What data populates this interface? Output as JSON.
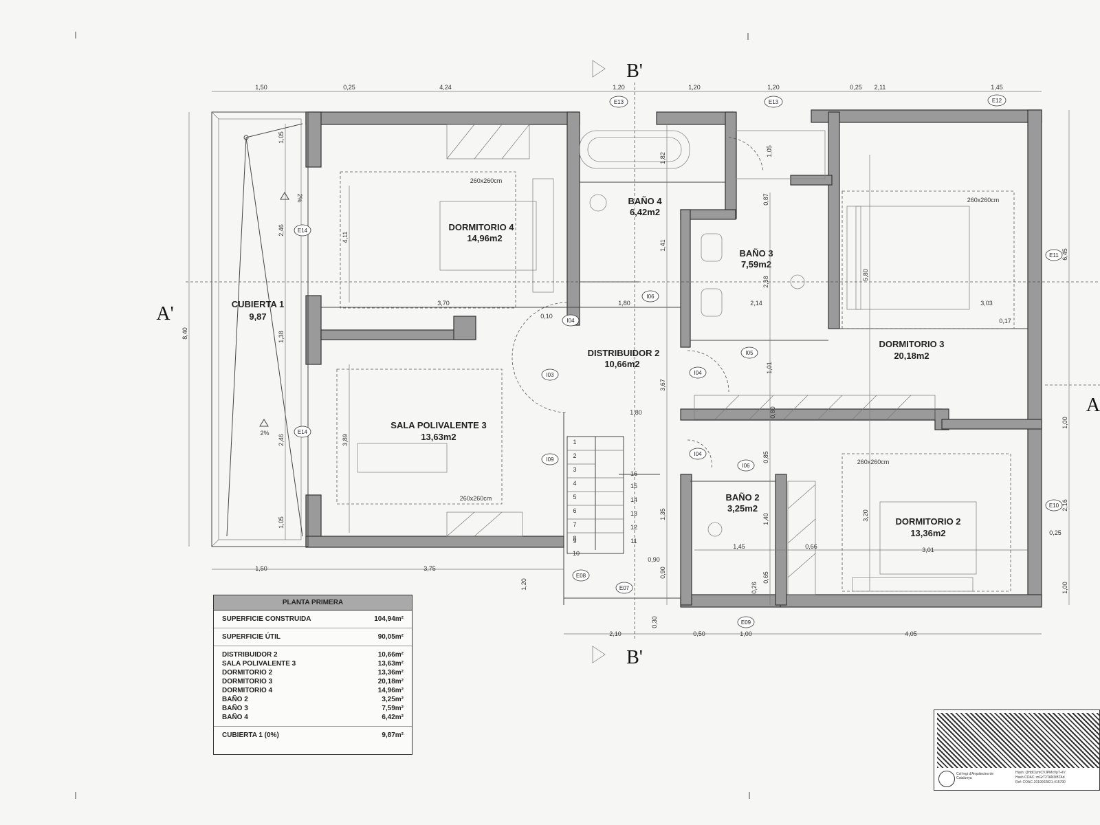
{
  "rooms": [
    {
      "id": "cubierta",
      "name": "CUBIERTA 1",
      "area": "9,87"
    },
    {
      "id": "dorm4",
      "name": "DORMITORIO 4",
      "area": "14,96m2"
    },
    {
      "id": "bano4",
      "name": "BAÑO 4",
      "area": "6,42m2"
    },
    {
      "id": "bano3",
      "name": "BAÑO 3",
      "area": "7,59m2"
    },
    {
      "id": "dorm3",
      "name": "DORMITORIO 3",
      "area": "20,18m2"
    },
    {
      "id": "dist2",
      "name": "DISTRIBUIDOR 2",
      "area": "10,66m2"
    },
    {
      "id": "sala3",
      "name": "SALA POLIVALENTE 3",
      "area": "13,63m2"
    },
    {
      "id": "bano2",
      "name": "BAÑO 2",
      "area": "3,25m2"
    },
    {
      "id": "dorm2",
      "name": "DORMITORIO 2",
      "area": "13,36m2"
    }
  ],
  "sections": {
    "a": "A'",
    "b": "B'",
    "a_right": "A"
  },
  "top_dims": [
    "1,50",
    "0,25",
    "4,24",
    "1,20",
    "1,20",
    "1,20",
    "0,25",
    "2,11",
    "1,45"
  ],
  "bottom_dims": [
    "1,50",
    "3,75"
  ],
  "bottom_dims_2": [
    "2,10",
    "0,50",
    "1,00",
    "4,05"
  ],
  "left_total": "8,40",
  "right_total": "6,45",
  "left_cubierta_dims": [
    "1,05",
    "2,46",
    "1,38",
    "2,46",
    "1,05"
  ],
  "right_dims": [
    "1,00",
    "2,16",
    "1,00"
  ],
  "interior_dims": [
    "3,70",
    "1,80",
    "2,14",
    "3,03",
    "1,80",
    "1,45",
    "0,66",
    "3,01",
    "4,11",
    "3,89",
    "3,67",
    "1,41",
    "1,82",
    "0,87",
    "2,38",
    "5,80",
    "3,20",
    "1,35",
    "1,40",
    "0,65",
    "0,85",
    "0,90",
    "0,30",
    "0,26",
    "0,10",
    "0,17",
    "0,25",
    "1,01",
    "0,80",
    "1,05",
    "0,90",
    "1,20"
  ],
  "bed_labels": [
    "260x260cm",
    "260x260cm",
    "260x260cm",
    "260x260cm"
  ],
  "tags": [
    "E13",
    "E13",
    "E12",
    "E14",
    "E14",
    "E11",
    "E10",
    "E09",
    "E08",
    "E07",
    "I06",
    "I04",
    "I05",
    "I04",
    "I03",
    "I04",
    "I06",
    "I09"
  ],
  "stairs": [
    "1",
    "2",
    "3",
    "4",
    "5",
    "6",
    "7",
    "8",
    "9",
    "10",
    "11",
    "12",
    "13",
    "14",
    "15",
    "16"
  ],
  "slope": "2%",
  "summary": {
    "title": "PLANTA PRIMERA",
    "construida": {
      "label": "SUPERFICIE CONSTRUIDA",
      "value": "104,94m²"
    },
    "util": {
      "label": "SUPERFICIE ÚTIL",
      "value": "90,05m²"
    },
    "rows": [
      {
        "label": "DISTRIBUIDOR 2",
        "value": "10,66m²"
      },
      {
        "label": "SALA POLIVALENTE 3",
        "value": "13,63m²"
      },
      {
        "label": "DORMITORIO 2",
        "value": "13,36m²"
      },
      {
        "label": "DORMITORIO 3",
        "value": "20,18m²"
      },
      {
        "label": "DORMITORIO 4",
        "value": "14,96m²"
      },
      {
        "label": "BAÑO 2",
        "value": "3,25m²"
      },
      {
        "label": "BAÑO 3",
        "value": "7,59m²"
      },
      {
        "label": "BAÑO 4",
        "value": "6,42m²"
      }
    ],
    "cubierta": {
      "label": "CUBIERTA 1 (0%)",
      "value": "9,87m²"
    }
  },
  "stamp": {
    "org": "Col·legi d'Arquitectes de Catalunya",
    "hash1": "Hash: QHdCIzmCVJPMxVpT+IV",
    "hash2": "Hash COAC: mGrT2TAN3iBTAd",
    "ref": "Ref: COAC-2019002821-415790"
  }
}
